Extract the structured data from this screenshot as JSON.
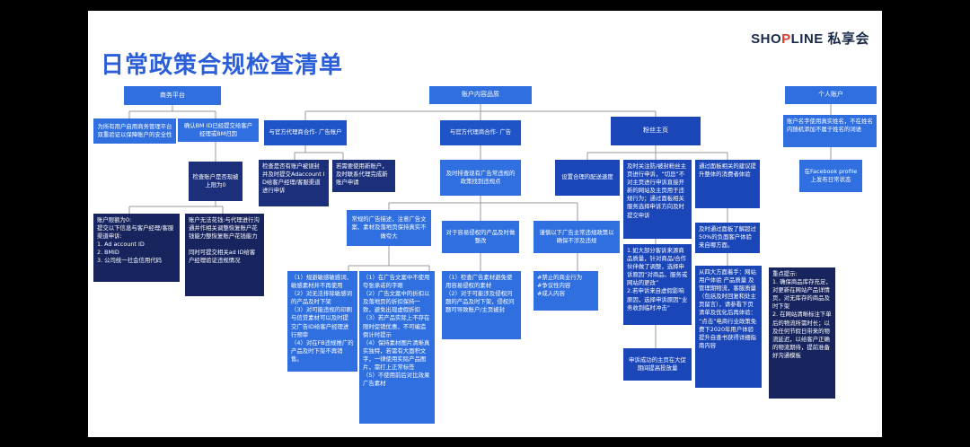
{
  "title": "日常政策合规检查清单",
  "logo": {
    "brand_left": "SHO",
    "brand_mark": "P",
    "brand_right": "LINE",
    "suffix": "私享会"
  },
  "colors": {
    "title": "#2b5fd9",
    "box_blue": "#2f6fe0",
    "box_dark": "#1b2f7a",
    "line": "#999999"
  },
  "nodes": {
    "commerce": "商务平台",
    "c1": "为所有用户启用商务管理平台双重验证以保障账户的安全性",
    "c2": "确认BM ID已经提交给客户经理或BM归因",
    "c3": "检查账户是否现被上限为0",
    "c4": "账户限额为0:\n提交以下信息与客户经理/客服渠道申诉:\n1. Ad account ID\n2. BMID\n3. 公司统一社会信用代码",
    "c5": "账户无法花钱:与代理进行沟通并作相关调整恢复账户花钱能力整恢复账户花钱能力\n\n同时可提交相关ad ID给客户经理验证违规情况",
    "account": "账户内容品质",
    "a1": "与官方代理商合作- 广告账户",
    "a1a": "检查是否有账户被误封并及时提交Adaccount ID给客户经理/客服渠道进行申诉",
    "a1b": "若需要使用新账户，及时联系代理完成新账户申请",
    "a2": "与官方代理商合作- 广告",
    "a2a": "及时排查现有广告常违规的政策找到违规点",
    "a2b1": "常规的广告描述，注意广告文案、素材及落地页保持真实不做夸大",
    "a2b1d": "（1）规避敏感敏感词、敏感素材并不再使用\n（2）对无法排除敏感词的产品及时下架\n（3）对可能违规的印刷与信贷素材可以及时提交广告ID给客户经理进行预审\n（4）对在FB违规推广的产品及时下架不再销售。",
    "a2b2": "对于容易侵权的产品及时做整改",
    "a2b2d": "（1）检查广告素材避免使用容易侵权的素材\n（2）对于可能涉及侵权问题的产品及时下架，侵权问题可导致账户/主页被封",
    "a2b3": "谨慎以下广告主常违规政策以确保不涉及违规",
    "a2b3d": "#禁止的商业行为\n#争议性内容\n#成人内容",
    "a2b1x": "（1）在广告文案中不使用夸张承诺的字眼\n（2）广告文案中的折扣以及落地页的折扣保持一致，避免出现虚假折扣\n（3）若产品实际上不存在限时促销优惠，不可编造倒计时提示\n（4）保持素材图片清晰真实独特，若需有大面积文字，一律使用实际产品图片，需打上正常标签\n（5）不使用前后对比效果广告素材",
    "fans": "粉丝主页",
    "f1": "设置合理的配送速度",
    "f1a": "1.如大部分客诉来源商品质量，针对商品/合作伙伴做了调整，选择申诉原因“对商品、服务或网站的更改”\n2.若申诉来自虚假影响原因，选择申诉原因“业务收到临时冲击”",
    "f1b": "申诉成功的主页在大促期间提高投放量",
    "f2": "及时关注防/被封粉丝主页进行申诉，“切忌”不对主页进行申诉直接开新的网站及主页用于违规行为；通过面板相关服务选择申诉方向及时提交申诉",
    "f3": "通过面板相关的建议提升整体的消费者体验",
    "f3a": "及时通过面板了解超过50%的负面客户体验来自哪方面。",
    "f3b": "从四大方面着手：网站用户体验 产品质量 及管理期物流，客服质量（包括及时回复和处主页留言），请参看下页清单及优化后再体验：\n“点击”电商行业政策免费下2020年用户体验提升自查书获得详细指南内容",
    "personal": "个人账户",
    "p1": "账户名字使用真实姓名，不在姓名内随机添加不属于姓名的词语",
    "p2": "在Facebook profile上发布日常状态",
    "focus": "重点提示:\n1. 确保商品库存充足，对更新在网站产品详情页，对无库存的商品及时下架\n2. 在网站清晰标注下单后的物流所需时长；以及任何节假日带来的物流延迟，以给客户正确的物流期待，提前准备好沟通模板"
  }
}
